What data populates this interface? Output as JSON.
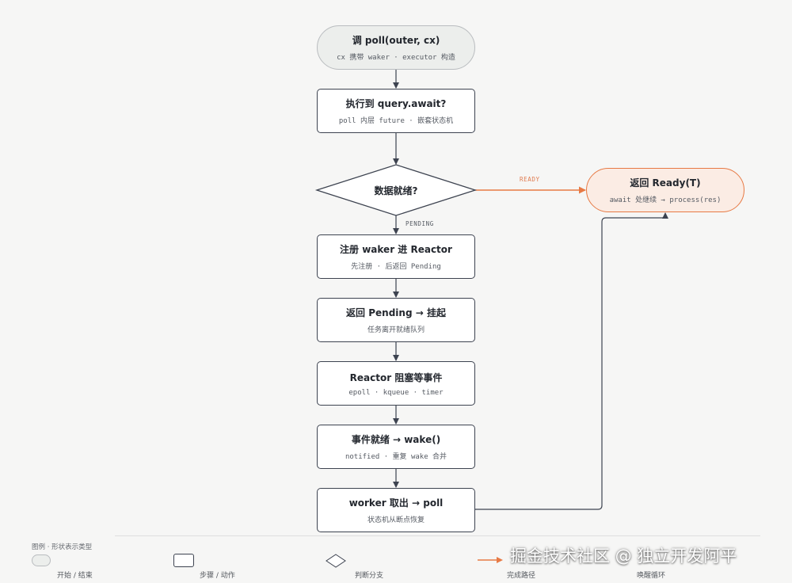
{
  "colors": {
    "edge": "#3d4350",
    "ready_edge": "#e77a45",
    "ready_label": "#e07a4f",
    "pending_label": "#555a62",
    "terminal_fill": "#fbece4",
    "start_fill": "#eceeec"
  },
  "nodes": {
    "start": {
      "title": "调 poll(outer, cx)",
      "sub": "cx 携带 waker · executor 构造"
    },
    "exec_await": {
      "title": "执行到 query.await?",
      "sub": "poll 内层 future · 嵌套状态机"
    },
    "decision": {
      "title": "数据就绪?"
    },
    "register_waker": {
      "title": "注册 waker 进 Reactor",
      "sub": "先注册 · 后返回 Pending"
    },
    "return_pending": {
      "title": "返回 Pending → 挂起",
      "sub": "任务离开就绪队列"
    },
    "reactor_block": {
      "title": "Reactor 阻塞等事件",
      "sub": "epoll · kqueue · timer"
    },
    "event_ready": {
      "title": "事件就绪 → wake()",
      "sub": "notified · 重复 wake 合并"
    },
    "worker_poll": {
      "title": "worker 取出 → poll",
      "sub": "状态机从断点恢复"
    },
    "ready": {
      "title": "返回 Ready(T)",
      "sub": "await 处继续 → process(res)"
    }
  },
  "edges": {
    "ready_label": "READY",
    "pending_label": "PENDING"
  },
  "legend": {
    "title": "图例 · 形状表示类型",
    "items": [
      {
        "shape": "pill",
        "label": "开始 / 结束"
      },
      {
        "shape": "rect",
        "label": "步骤 / 动作"
      },
      {
        "shape": "diamond",
        "label": "判断分支"
      },
      {
        "shape": "orange-arrow",
        "label": "完成路径"
      },
      {
        "shape": "gray-arrow",
        "label": "唤醒循环"
      }
    ]
  },
  "watermark": "掘金技术社区 @ 独立开发阿平"
}
